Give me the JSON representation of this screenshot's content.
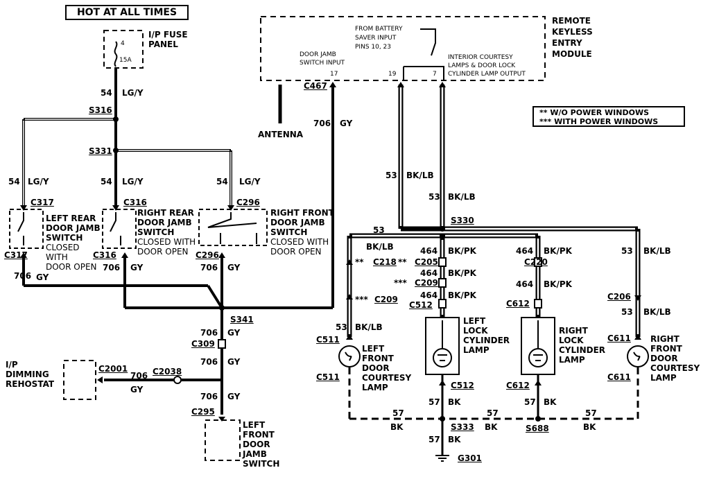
{
  "header": {
    "title": "HOT AT ALL TIMES"
  },
  "fuse_panel": {
    "label_line1": "I/P FUSE",
    "label_line2": "PANEL",
    "fuse_number": "4",
    "fuse_rating": "15A"
  },
  "module": {
    "name_line1": "REMOTE",
    "name_line2": "KEYLESS",
    "name_line3": "ENTRY",
    "name_line4": "MODULE",
    "battery_saver_line1": "FROM BATTERY",
    "battery_saver_line2": "SAVER INPUT",
    "battery_saver_line3": "PINS 10, 23",
    "courtesy_line1": "INTERIOR COURTESY",
    "courtesy_line2": "LAMPS & DOOR LOCK",
    "courtesy_line3": "CYLINDER LAMP OUTPUT",
    "door_jamb_line1": "DOOR JAMB",
    "door_jamb_line2": "SWITCH INPUT",
    "pin_17": "17",
    "pin_19": "19",
    "pin_7": "7"
  },
  "antenna": {
    "label": "ANTENNA"
  },
  "legend": {
    "line1": "** W/O POWER WINDOWS",
    "line2": "*** WITH POWER WINDOWS"
  },
  "splices": {
    "s316": "S316",
    "s331": "S331",
    "s341": "S341",
    "s330": "S330",
    "s333": "S333",
    "s688": "S688"
  },
  "connectors": {
    "c467": "C467",
    "c317_top": "C317",
    "c317_bot": "C317",
    "c316_top": "C316",
    "c316_bot": "C316",
    "c296_top": "C296",
    "c296_bot": "C296",
    "c309": "C309",
    "c2001": "C2001",
    "c2038": "C2038",
    "c295": "C295",
    "c218": "C218",
    "c205": "C205",
    "c209_mid": "C209",
    "c209_left": "C209",
    "c512_top": "C512",
    "c512_bot": "C512",
    "c220": "C220",
    "c612_top": "C612",
    "c612_bot": "C612",
    "c206": "C206",
    "c511_top": "C511",
    "c511_bot": "C511",
    "c611_top": "C611",
    "c611_bot": "C611"
  },
  "connector_marks": {
    "c218": "**",
    "c205": "**",
    "c209_mid": "***",
    "c209_left": "***"
  },
  "wires": {
    "w54_top": {
      "circuit": "54",
      "color": "LG/Y"
    },
    "w54_left": {
      "circuit": "54",
      "color": "LG/Y"
    },
    "w54_mid": {
      "circuit": "54",
      "color": "LG/Y"
    },
    "w54_right": {
      "circuit": "54",
      "color": "LG/Y"
    },
    "w706_module": {
      "circuit": "706",
      "color": "GY"
    },
    "w706_left": {
      "circuit": "706",
      "color": "GY"
    },
    "w706_mid": {
      "circuit": "706",
      "color": "GY"
    },
    "w706_right": {
      "circuit": "706",
      "color": "GY"
    },
    "w706_s341": {
      "circuit": "706",
      "color": "GY"
    },
    "w706_c309": {
      "circuit": "706",
      "color": "GY"
    },
    "w706_dim": {
      "circuit": "706",
      "color": "GY"
    },
    "w706_c295": {
      "circuit": "706",
      "color": "GY"
    },
    "w53_main": {
      "circuit": "53",
      "color": "BK/LB"
    },
    "w53_main2": {
      "circuit": "53",
      "color": "BK/LB"
    },
    "w53_left": {
      "circuit": "53",
      "color": "BK/LB"
    },
    "w53_lflamp": {
      "circuit": "53",
      "color": "BK/LB"
    },
    "w53_right": {
      "circuit": "53",
      "color": "BK/LB"
    },
    "w53_rflamp": {
      "circuit": "53",
      "color": "BK/LB"
    },
    "w464_a": {
      "circuit": "464",
      "color": "BK/PK"
    },
    "w464_b": {
      "circuit": "464",
      "color": "BK/PK"
    },
    "w464_c": {
      "circuit": "464",
      "color": "BK/PK"
    },
    "w464_d": {
      "circuit": "464",
      "color": "BK/PK"
    },
    "w464_e": {
      "circuit": "464",
      "color": "BK/PK"
    },
    "w57_l1": {
      "circuit": "57",
      "color": "BK"
    },
    "w57_r1": {
      "circuit": "57",
      "color": "BK"
    },
    "w57_g1": {
      "circuit": "57",
      "color": "BK"
    },
    "w57_g2": {
      "circuit": "57",
      "color": "BK"
    },
    "w57_g3": {
      "circuit": "57",
      "color": "BK"
    },
    "w57_gnd": {
      "circuit": "57",
      "color": "BK"
    }
  },
  "components": {
    "left_rear_switch": {
      "line1": "LEFT REAR",
      "line2": "DOOR JAMB",
      "line3": "SWITCH",
      "line4": "CLOSED",
      "line5": "WITH",
      "line6": "DOOR OPEN"
    },
    "right_rear_switch": {
      "line1": "RIGHT REAR",
      "line2": "DOOR JAMB",
      "line3": "SWITCH",
      "line4": "CLOSED WITH",
      "line5": "DOOR OPEN"
    },
    "right_front_switch": {
      "line1": "RIGHT FRONT",
      "line2": "DOOR JAMB",
      "line3": "SWITCH",
      "line4": "CLOSED WITH",
      "line5": "DOOR OPEN"
    },
    "dimming_rheostat": {
      "line1": "I/P",
      "line2": "DIMMING",
      "line3": "REHOSTAT"
    },
    "left_front_switch": {
      "line1": "LEFT",
      "line2": "FRONT",
      "line3": "DOOR",
      "line4": "JAMB",
      "line5": "SWITCH"
    },
    "left_front_lamp": {
      "line1": "LEFT",
      "line2": "FRONT",
      "line3": "DOOR",
      "line4": "COURTESY",
      "line5": "LAMP"
    },
    "left_lock_lamp": {
      "line1": "LEFT",
      "line2": "LOCK",
      "line3": "CYLINDER",
      "line4": "LAMP"
    },
    "right_lock_lamp": {
      "line1": "RIGHT",
      "line2": "LOCK",
      "line3": "CYLINDER",
      "line4": "LAMP"
    },
    "right_front_lamp": {
      "line1": "RIGHT",
      "line2": "FRONT",
      "line3": "DOOR",
      "line4": "COURTESY",
      "line5": "LAMP"
    }
  },
  "ground": {
    "label": "G301"
  }
}
